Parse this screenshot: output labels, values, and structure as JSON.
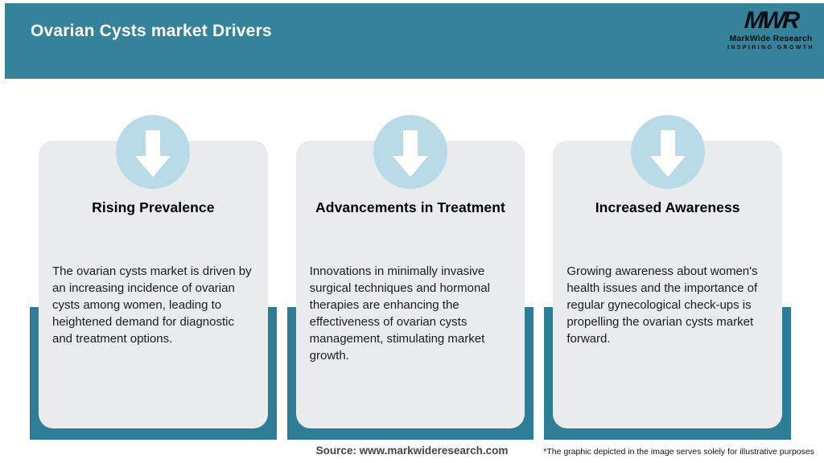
{
  "header": {
    "title": "Ovarian Cysts market Drivers",
    "logo": {
      "monogram": "MWR",
      "name": "MarkWide Research",
      "tagline": "INSPIRING GROWTH"
    }
  },
  "cards": [
    {
      "title": "Rising Prevalence",
      "body": "The ovarian cysts market is driven by an increasing incidence of ovarian cysts among women, leading to heightened demand for diagnostic and treatment options."
    },
    {
      "title": "Advancements in Treatment",
      "body": "Innovations in minimally invasive surgical techniques and hormonal therapies are enhancing the effectiveness of ovarian cysts management, stimulating market growth."
    },
    {
      "title": "Increased Awareness",
      "body": "Growing awareness about women's health issues and the importance of regular gynecological check-ups is propelling the ovarian cysts market forward."
    }
  ],
  "footer": {
    "source": "Source: www.markwideresearch.com",
    "disclaimer": "*The graphic depicted in the image serves solely for illustrative purposes"
  },
  "colors": {
    "header_teal": "#35839B",
    "band_teal": "#2E7D96",
    "circle_blue": "#B9DBE7",
    "card_gray": "#E9EBEC"
  }
}
